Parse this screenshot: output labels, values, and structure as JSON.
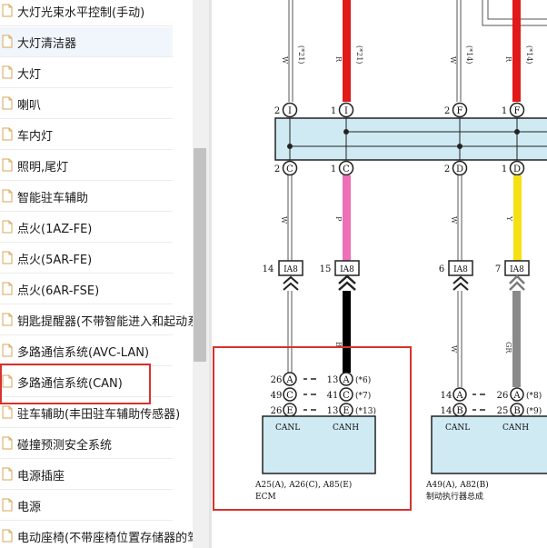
{
  "sidebar": {
    "items": [
      {
        "label": "大灯光束水平控制(手动)"
      },
      {
        "label": "大灯清洁器"
      },
      {
        "label": "大灯"
      },
      {
        "label": "喇叭"
      },
      {
        "label": "车内灯"
      },
      {
        "label": "照明,尾灯"
      },
      {
        "label": "智能驻车辅助"
      },
      {
        "label": "点火(1AZ-FE)"
      },
      {
        "label": "点火(5AR-FE)"
      },
      {
        "label": "点火(6AR-FSE)"
      },
      {
        "label": "钥匙提醒器(不带智能进入和起动系"
      },
      {
        "label": "多路通信系统(AVC-LAN)"
      },
      {
        "label": "多路通信系统(CAN)"
      },
      {
        "label": "驻车辅助(丰田驻车辅助传感器)"
      },
      {
        "label": "碰撞预测安全系统"
      },
      {
        "label": "电源插座"
      },
      {
        "label": "电源"
      },
      {
        "label": "电动座椅(不带座椅位置存储器的驾"
      }
    ],
    "selected_index": 1,
    "highlighted_index": 12
  },
  "diagram": {
    "wires": [
      {
        "color_code": "W",
        "note": "(*21)"
      },
      {
        "color_code": "R",
        "note": "(*21)"
      },
      {
        "color_code": "W",
        "note": "(*14)"
      },
      {
        "color_code": "R",
        "note": "(*14)"
      },
      {
        "color_code": "W"
      },
      {
        "color_code": "P"
      },
      {
        "color_code": "W"
      },
      {
        "color_code": "Y"
      },
      {
        "color_code": "B"
      },
      {
        "color_code": "W"
      },
      {
        "color_code": "GR"
      }
    ],
    "top_pins": [
      {
        "num": "2",
        "letter": "I"
      },
      {
        "num": "1",
        "letter": "I"
      },
      {
        "num": "2",
        "letter": "F"
      },
      {
        "num": "1",
        "letter": "F"
      }
    ],
    "bottom_pins": [
      {
        "num": "2",
        "letter": "C"
      },
      {
        "num": "1",
        "letter": "C"
      },
      {
        "num": "2",
        "letter": "D"
      },
      {
        "num": "1",
        "letter": "D"
      }
    ],
    "connectors": [
      {
        "num": "14",
        "label": "IA8"
      },
      {
        "num": "15",
        "label": "IA8"
      },
      {
        "num": "6",
        "label": "IA8"
      },
      {
        "num": "7",
        "label": "IA8"
      }
    ],
    "ecm": {
      "pins_left": [
        {
          "num": "26",
          "letter": "A"
        },
        {
          "num": "49",
          "letter": "C"
        },
        {
          "num": "26",
          "letter": "E"
        }
      ],
      "pins_right": [
        {
          "num": "13",
          "letter": "A",
          "note": "(*6)"
        },
        {
          "num": "41",
          "letter": "C",
          "note": "(*7)"
        },
        {
          "num": "13",
          "letter": "E",
          "note": "(*13)"
        }
      ],
      "canl": "CANL",
      "canh": "CANH",
      "caption_line1": "A25(A), A26(C), A85(E)",
      "caption_line2": "ECM"
    },
    "brake": {
      "pins_left": [
        {
          "num": "14",
          "letter": "A"
        },
        {
          "num": "14",
          "letter": "B"
        }
      ],
      "pins_right": [
        {
          "num": "26",
          "letter": "A",
          "note": "(*8)"
        },
        {
          "num": "25",
          "letter": "B",
          "note": "(*9)"
        }
      ],
      "canl": "CANL",
      "canh": "CANH",
      "caption_line1": "A49(A), A82(B)",
      "caption_line2": "制动执行器总成"
    }
  }
}
